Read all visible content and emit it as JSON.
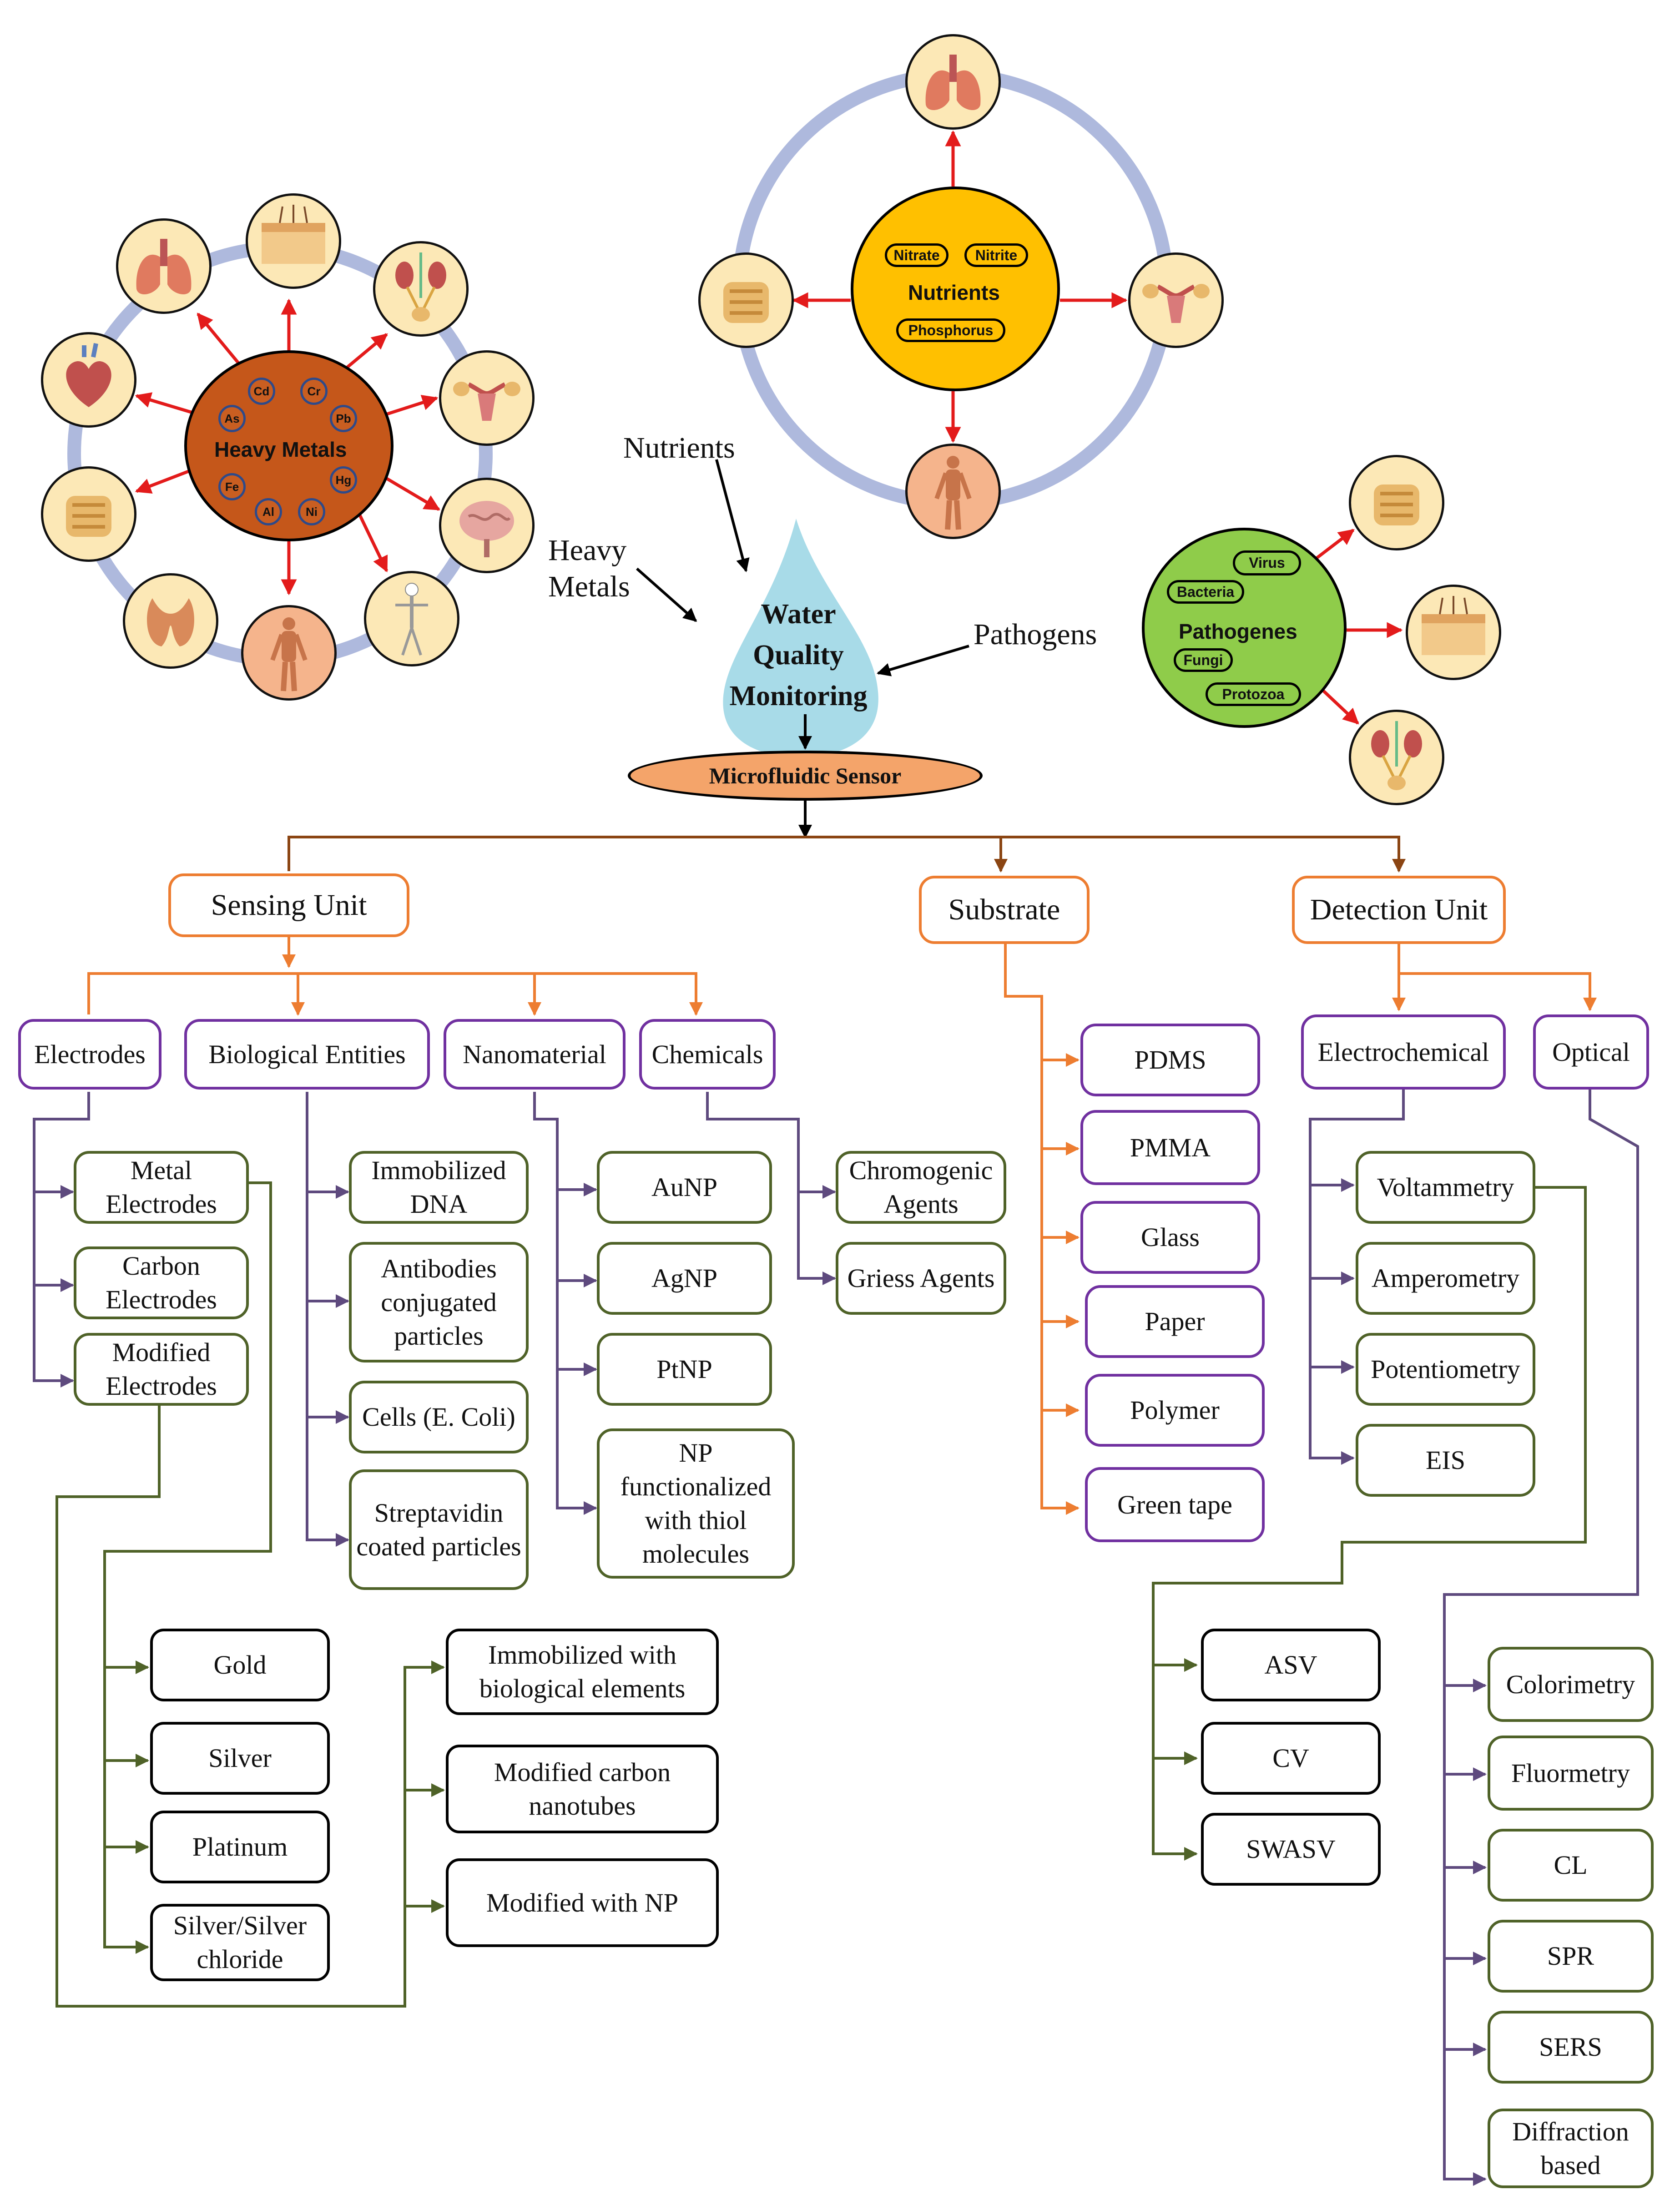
{
  "colors": {
    "orange_line": "#ed7d31",
    "brown_line": "#8b4513",
    "purple": "#7030a0",
    "purple_arrow": "#5e4a7e",
    "olive": "#4f6228",
    "ring": "#aeb9dd",
    "red_arrow": "#e31b1b",
    "heavy_metals_fill": "#c5571a",
    "nutrients_fill": "#ffc000",
    "pathogens_fill": "#8fcc4a",
    "water_drop": "#a8dbe8",
    "sensor_fill": "#f4a46a",
    "organ_fill": "#fce8b6",
    "organ_body_fill": "#f5b48c"
  },
  "heavy_metals": {
    "title": "Heavy Metals",
    "elements": [
      "Cd",
      "Cr",
      "As",
      "Pb",
      "Fe",
      "Hg",
      "Al",
      "Ni"
    ],
    "organs": [
      "lungs-icon",
      "skin-icon",
      "kidney-icon",
      "uterus-icon",
      "brain-icon",
      "skeleton-icon",
      "human-body-icon",
      "thyroid-icon",
      "intestine-icon",
      "heart-icon"
    ]
  },
  "nutrients": {
    "title": "Nutrients",
    "tags": [
      "Nitrate",
      "Nitrite",
      "Phosphorus"
    ],
    "organs": [
      "lungs-icon",
      "uterus-icon",
      "human-body-icon",
      "intestine-icon"
    ]
  },
  "pathogens": {
    "title": "Pathogenes",
    "tags": [
      "Virus",
      "Bacteria",
      "Fungi",
      "Protozoa"
    ],
    "organs": [
      "intestine-icon",
      "skin-icon",
      "kidney-icon"
    ]
  },
  "inputs": {
    "nutrients_label": "Nutrients",
    "heavy_metals_label": "Heavy\nMetals",
    "pathogens_label": "Pathogens"
  },
  "center": {
    "drop_text": "Water\nQuality\nMonitoring",
    "sensor": "Microfluidic Sensor"
  },
  "tree": {
    "sensing_unit": "Sensing Unit",
    "substrate": "Substrate",
    "detection_unit": "Detection Unit",
    "electrodes": "Electrodes",
    "biological_entities": "Biological Entities",
    "nanomaterial": "Nanomaterial",
    "chemicals": "Chemicals",
    "electrode_types": [
      "Metal\nElectrodes",
      "Carbon\nElectrodes",
      "Modified\nElectrodes"
    ],
    "bio_types": [
      "Immobilized\nDNA",
      "Antibodies\nconjugated\nparticles",
      "Cells (E. Coli)",
      "Streptavidin\ncoated particles"
    ],
    "nano_types": [
      "AuNP",
      "AgNP",
      "PtNP",
      "NP\nfunctionalized\nwith thiol\nmolecules"
    ],
    "chemical_types": [
      "Chromogenic\nAgents",
      "Griess Agents"
    ],
    "metal_types": [
      "Gold",
      "Silver",
      "Platinum",
      "Silver/Silver\nchloride"
    ],
    "modified_types": [
      "Immobilized with\nbiological elements",
      "Modified carbon\nnanotubes",
      "Modified with NP"
    ],
    "substrate_types": [
      "PDMS",
      "PMMA",
      "Glass",
      "Paper",
      "Polymer",
      "Green tape"
    ],
    "electrochemical": "Electrochemical",
    "optical": "Optical",
    "electrochemical_types": [
      "Voltammetry",
      "Amperometry",
      "Potentiometry",
      "EIS"
    ],
    "voltammetry_types": [
      "ASV",
      "CV",
      "SWASV"
    ],
    "optical_types": [
      "Colorimetry",
      "Fluormetry",
      "CL",
      "SPR",
      "SERS",
      "Diffraction\nbased"
    ]
  }
}
